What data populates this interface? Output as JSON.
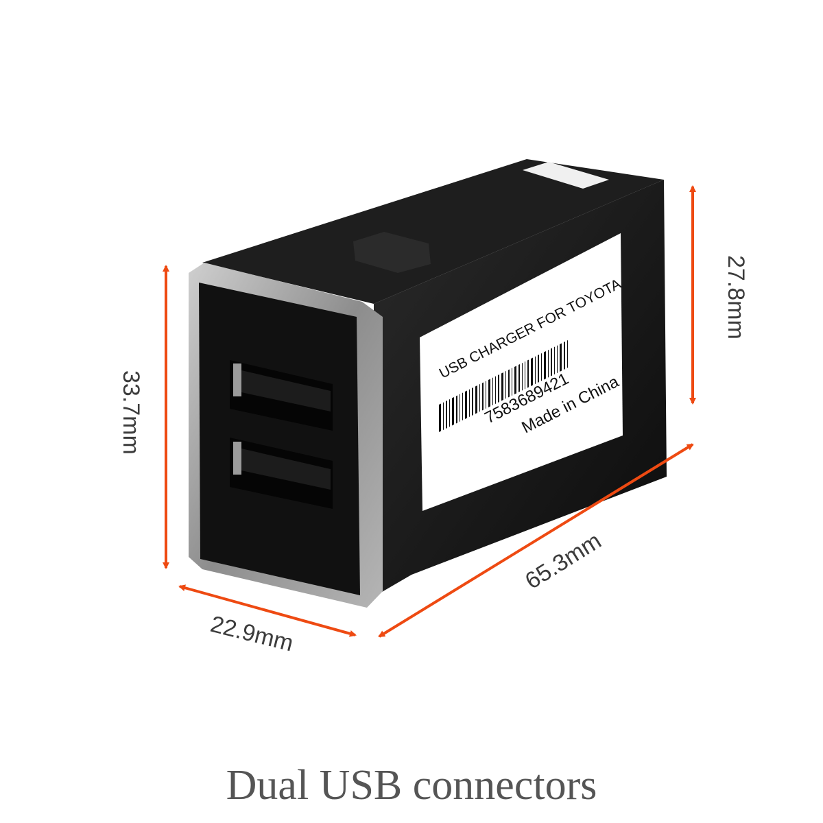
{
  "colors": {
    "arrow": "#ee4a12",
    "body": "#141414",
    "bezel": "#9a9a9a",
    "label": "#ffffff"
  },
  "dimensions": {
    "height_front": "33.7mm",
    "width_front": "22.9mm",
    "length": "65.3mm",
    "height_rear": "27.8mm"
  },
  "product_label": {
    "line1": "USB CHARGER FOR TOYOTA",
    "serial": "7583689421",
    "origin": "Made in China"
  },
  "caption": "Dual USB connectors"
}
